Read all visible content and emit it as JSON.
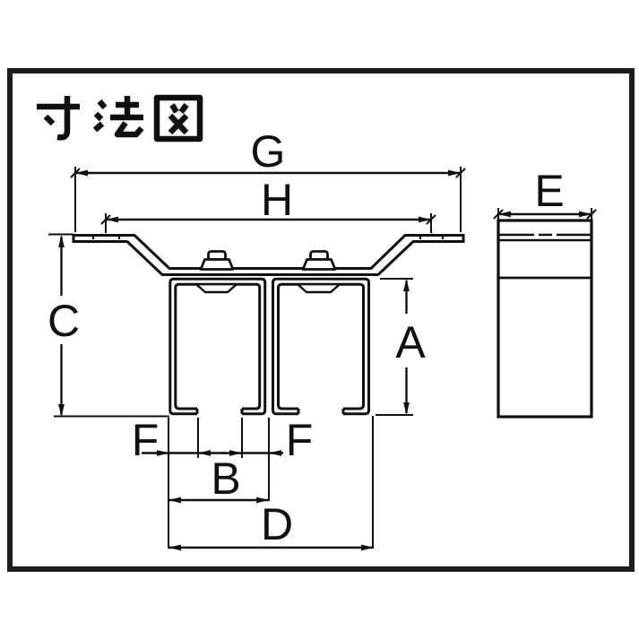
{
  "title": "寸法図",
  "labels": {
    "g": "G",
    "h": "H",
    "e": "E",
    "c": "C",
    "a": "A",
    "f_left": "F",
    "f_right": "F",
    "b": "B",
    "d": "D"
  },
  "colors": {
    "line": "#101010",
    "border": "#1d1d1d",
    "background": "#ffffff"
  }
}
